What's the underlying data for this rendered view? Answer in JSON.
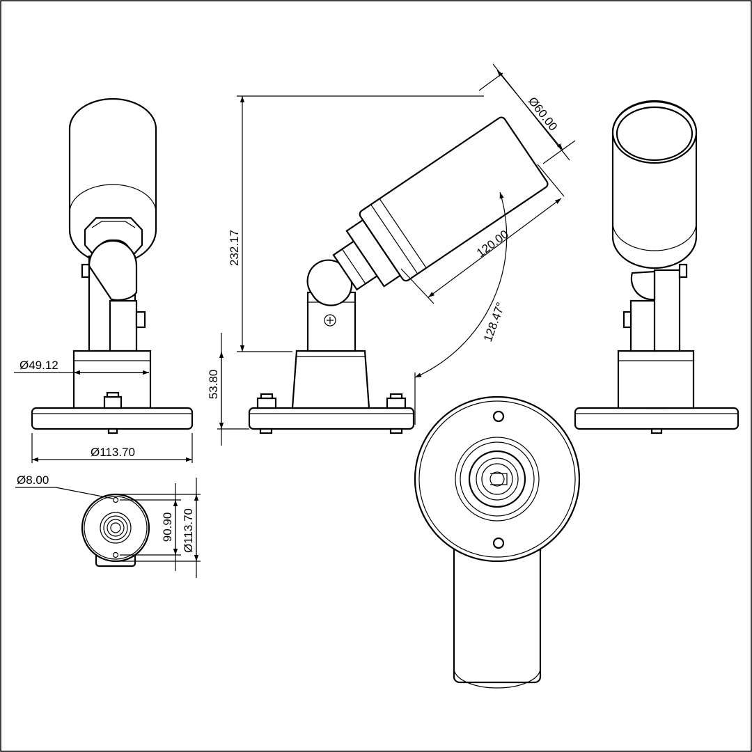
{
  "drawing": {
    "dims": {
      "diameter_top": "Ø60.00",
      "height_total": "232.17",
      "length_body": "120.00",
      "angle": "128.47°",
      "height_base": "53.80",
      "diameter_stem": "Ø49.12",
      "diameter_base_front": "Ø113.70",
      "diameter_hole": "Ø8.00",
      "hole_spacing": "90.90",
      "diameter_base_side": "Ø113.70"
    }
  },
  "colors": {
    "line": "#000000",
    "background": "#ffffff"
  }
}
